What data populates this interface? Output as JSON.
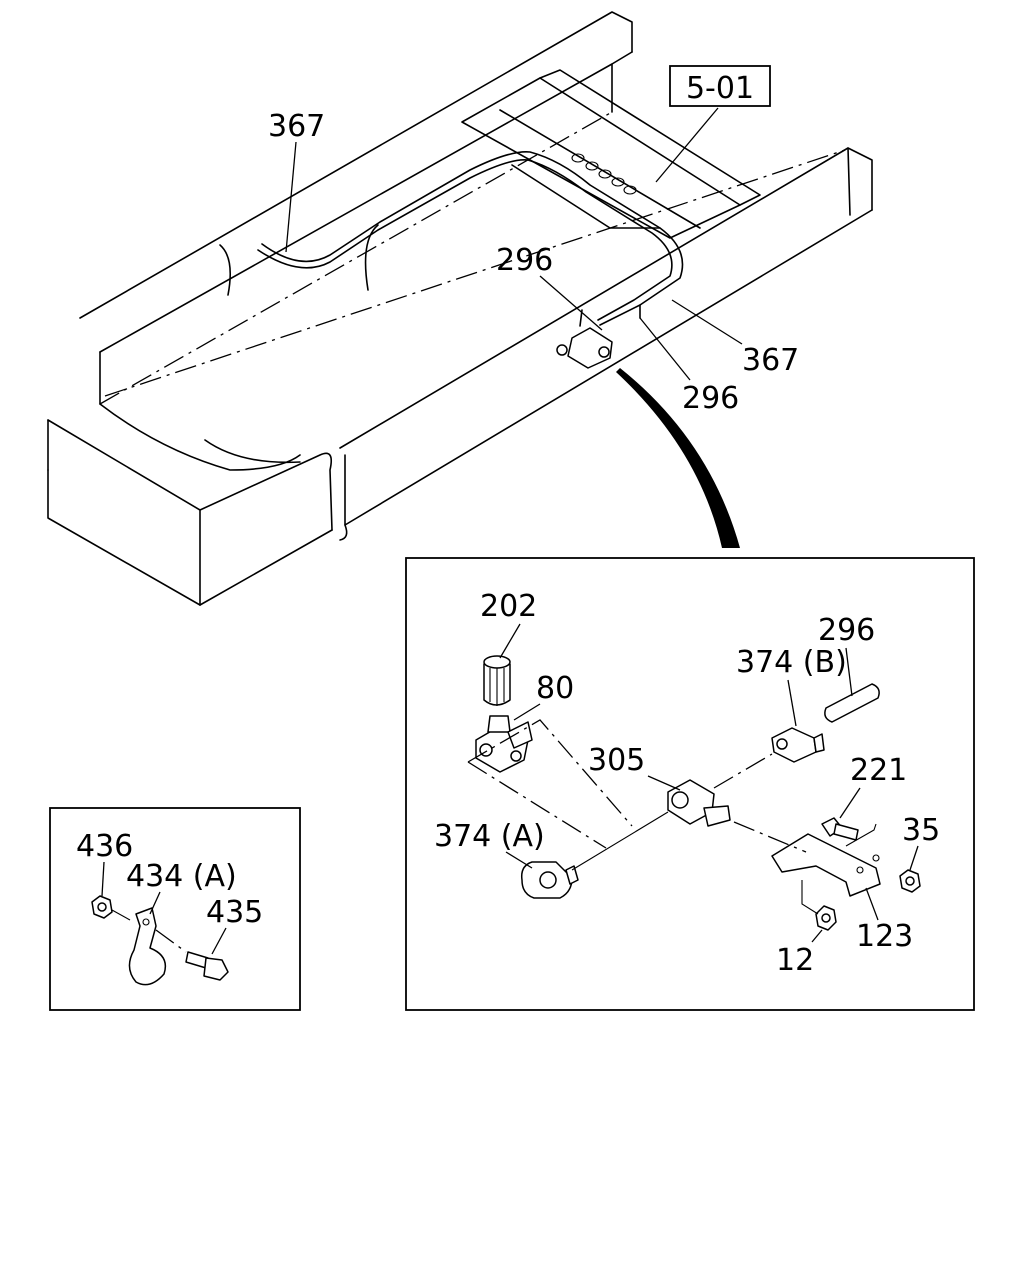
{
  "ref_box": {
    "label": "5-01"
  },
  "callouts": {
    "c367a": "367",
    "c296a": "296",
    "c367b": "367",
    "c296b": "296",
    "c202": "202",
    "c80": "80",
    "c296c": "296",
    "c374b": "374 (B)",
    "c305": "305",
    "c221": "221",
    "c35": "35",
    "c374a": "374 (A)",
    "c123": "123",
    "c12": "12",
    "c436": "436",
    "c434a": "434 (A)",
    "c435": "435"
  }
}
